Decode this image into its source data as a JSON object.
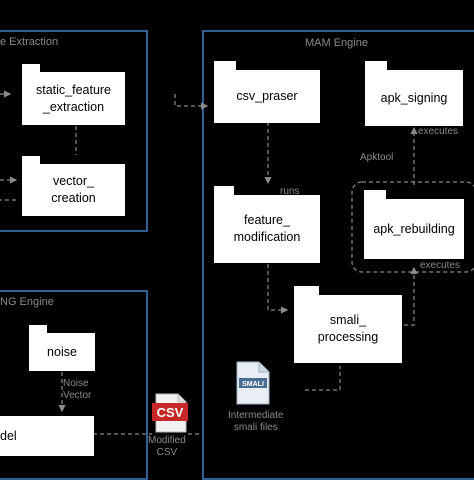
{
  "panels": {
    "feature_extraction": "e Extraction",
    "mam_engine": "MAM Engine",
    "ng_engine": "NG Engine"
  },
  "nodes": {
    "static_feature_extraction": [
      "static_feature",
      "_extraction"
    ],
    "vector_creation": [
      "vector_",
      "creation"
    ],
    "csv_praser": "csv_praser",
    "apk_signing": "apk_signing",
    "feature_modification": [
      "feature_",
      "modification"
    ],
    "apk_rebuilding": "apk_rebuilding",
    "smali_processing": [
      "smali_",
      "processing"
    ],
    "noise": "noise",
    "model": "del"
  },
  "labels": {
    "executes_top": "executes",
    "apktool": "Apktool",
    "runs": "runs",
    "executes_bottom": "executes",
    "noise_vector": [
      "Noise",
      "Vector"
    ],
    "intermediate_smali": [
      "Intermediate",
      "smali files"
    ],
    "modified_csv": [
      "Modified",
      "CSV"
    ]
  },
  "icons": {
    "csv": "CSV",
    "smali": "SMALI"
  }
}
